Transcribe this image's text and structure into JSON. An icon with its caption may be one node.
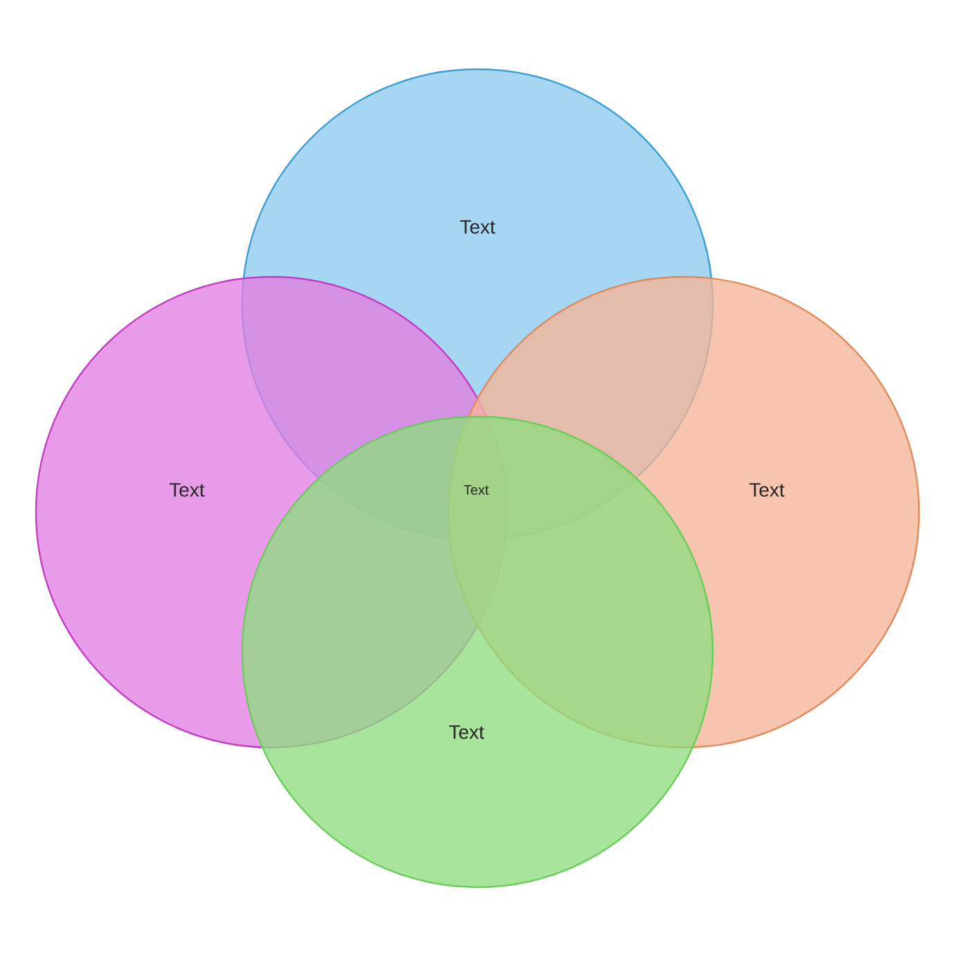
{
  "diagram": {
    "nodes": [
      {
        "text": [
          "Text"
        ]
      },
      {
        "text": [
          "Text"
        ]
      },
      {
        "text": [
          "Text"
        ]
      },
      {
        "text": [
          "Text"
        ]
      }
    ],
    "labels": [
      "Text"
    ]
  }
}
